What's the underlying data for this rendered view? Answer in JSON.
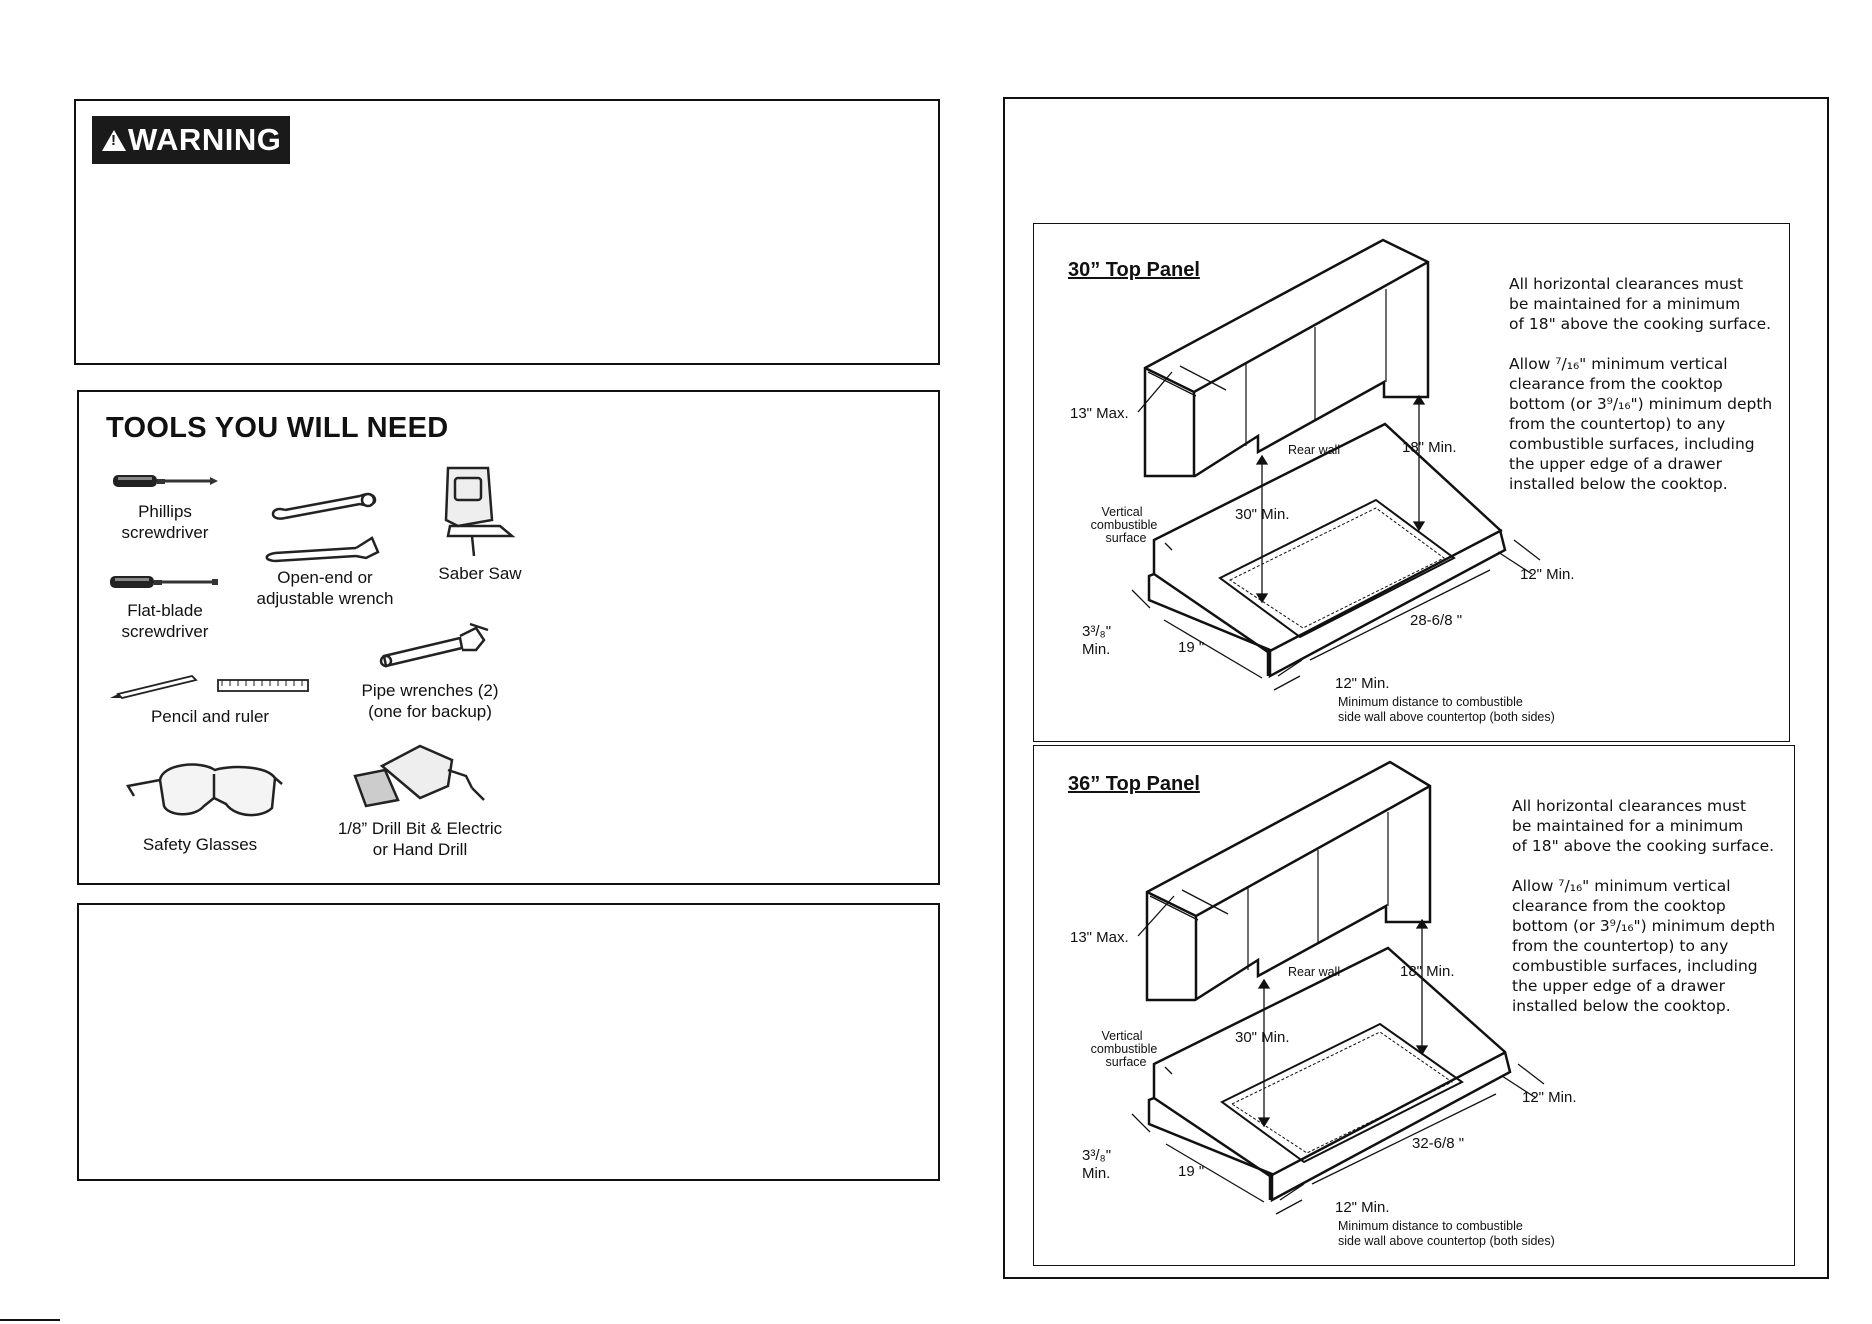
{
  "warning": {
    "label": "WARNING",
    "icon": "warning-triangle-icon"
  },
  "tools": {
    "title": "TOOLS YOU WILL NEED",
    "items": [
      {
        "label_line1": "Phillips",
        "label_line2": "screwdriver",
        "icon": "phillips-screwdriver-icon"
      },
      {
        "label_line1": "Flat-blade",
        "label_line2": "screwdriver",
        "icon": "flat-blade-screwdriver-icon"
      },
      {
        "label_line1": "Open-end or",
        "label_line2": "adjustable wrench",
        "icon": "wrench-icon"
      },
      {
        "label_line1": "Saber Saw",
        "label_line2": "",
        "icon": "saber-saw-icon"
      },
      {
        "label_line1": "Pencil and ruler",
        "label_line2": "",
        "icon": "pencil-ruler-icon"
      },
      {
        "label_line1": "Pipe wrenches (2)",
        "label_line2": "(one for backup)",
        "icon": "pipe-wrench-icon"
      },
      {
        "label_line1": "Safety Glasses",
        "label_line2": "",
        "icon": "safety-glasses-icon"
      },
      {
        "label_line1": "1/8” Drill Bit & Electric",
        "label_line2": "or Hand Drill",
        "icon": "drill-icon"
      }
    ]
  },
  "panels": [
    {
      "title": "30” Top Panel",
      "note1_lines": [
        "All horizontal clearances must",
        "be maintained for a minimum",
        "of 18\" above the cooking surface."
      ],
      "note2_lines": [
        "Allow ⁷/₁₆\" minimum vertical",
        "clearance from the cooktop",
        "bottom (or 3⁹/₁₆\") minimum depth",
        "from the countertop) to any",
        "combustible surfaces, including",
        "the upper edge of a drawer",
        "installed below the cooktop."
      ],
      "dims": {
        "max13": "13\" Max.",
        "rear_wall": "Rear wall",
        "min18": "18\" Min.",
        "vertical1": "Vertical",
        "vertical2": "combustible",
        "vertical3": "surface",
        "min30": "30\" Min.",
        "min12_right": "12\" Min.",
        "width": "28-6/8 \"",
        "depth_a": "3³/₈\"",
        "depth_b": "Min.",
        "nineteen": "19 \"",
        "min12_bottom": "12\" Min.",
        "side1": "Minimum distance to combustible",
        "side2": "side wall above countertop (both sides)"
      }
    },
    {
      "title": "36” Top Panel",
      "note1_lines": [
        "All horizontal clearances must",
        "be maintained for a minimum",
        "of 18\" above the cooking surface."
      ],
      "note2_lines": [
        "Allow ⁷/₁₆\" minimum vertical",
        "clearance from the cooktop",
        "bottom (or 3⁹/₁₆\") minimum depth",
        "from the countertop) to any",
        "combustible surfaces, including",
        "the upper edge of a drawer",
        "installed below the cooktop."
      ],
      "dims": {
        "max13": "13\" Max.",
        "rear_wall": "Rear wall",
        "min18": "18\" Min.",
        "vertical1": "Vertical",
        "vertical2": "combustible",
        "vertical3": "surface",
        "min30": "30\" Min.",
        "min12_right": "12\" Min.",
        "width": "32-6/8 \"",
        "depth_a": "3³/₈\"",
        "depth_b": "Min.",
        "nineteen": "19 \"",
        "min12_bottom": "12\" Min.",
        "side1": "Minimum distance to combustible",
        "side2": "side wall above countertop (both sides)"
      }
    }
  ]
}
